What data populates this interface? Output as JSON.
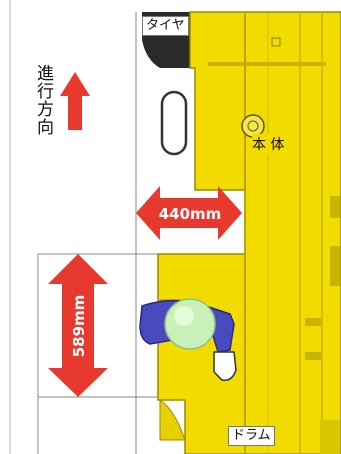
{
  "labels": {
    "tire": "タイヤ",
    "body": "本 体",
    "drum": "ドラム",
    "direction": "進行方向"
  },
  "dimensions": {
    "horizontal_clearance": "440mm",
    "vertical_clearance": "589mm"
  },
  "colors": {
    "machine_yellow": "#F2DC00",
    "machine_edge": "#9A8A00",
    "arrow_red": "#E8392E",
    "grid_line": "#8A8A8A",
    "person_body": "#4A4AC0",
    "person_head": "#C8F0B8"
  },
  "icons": {
    "direction_arrow": "arrow-up-icon",
    "person": "person-icon"
  }
}
